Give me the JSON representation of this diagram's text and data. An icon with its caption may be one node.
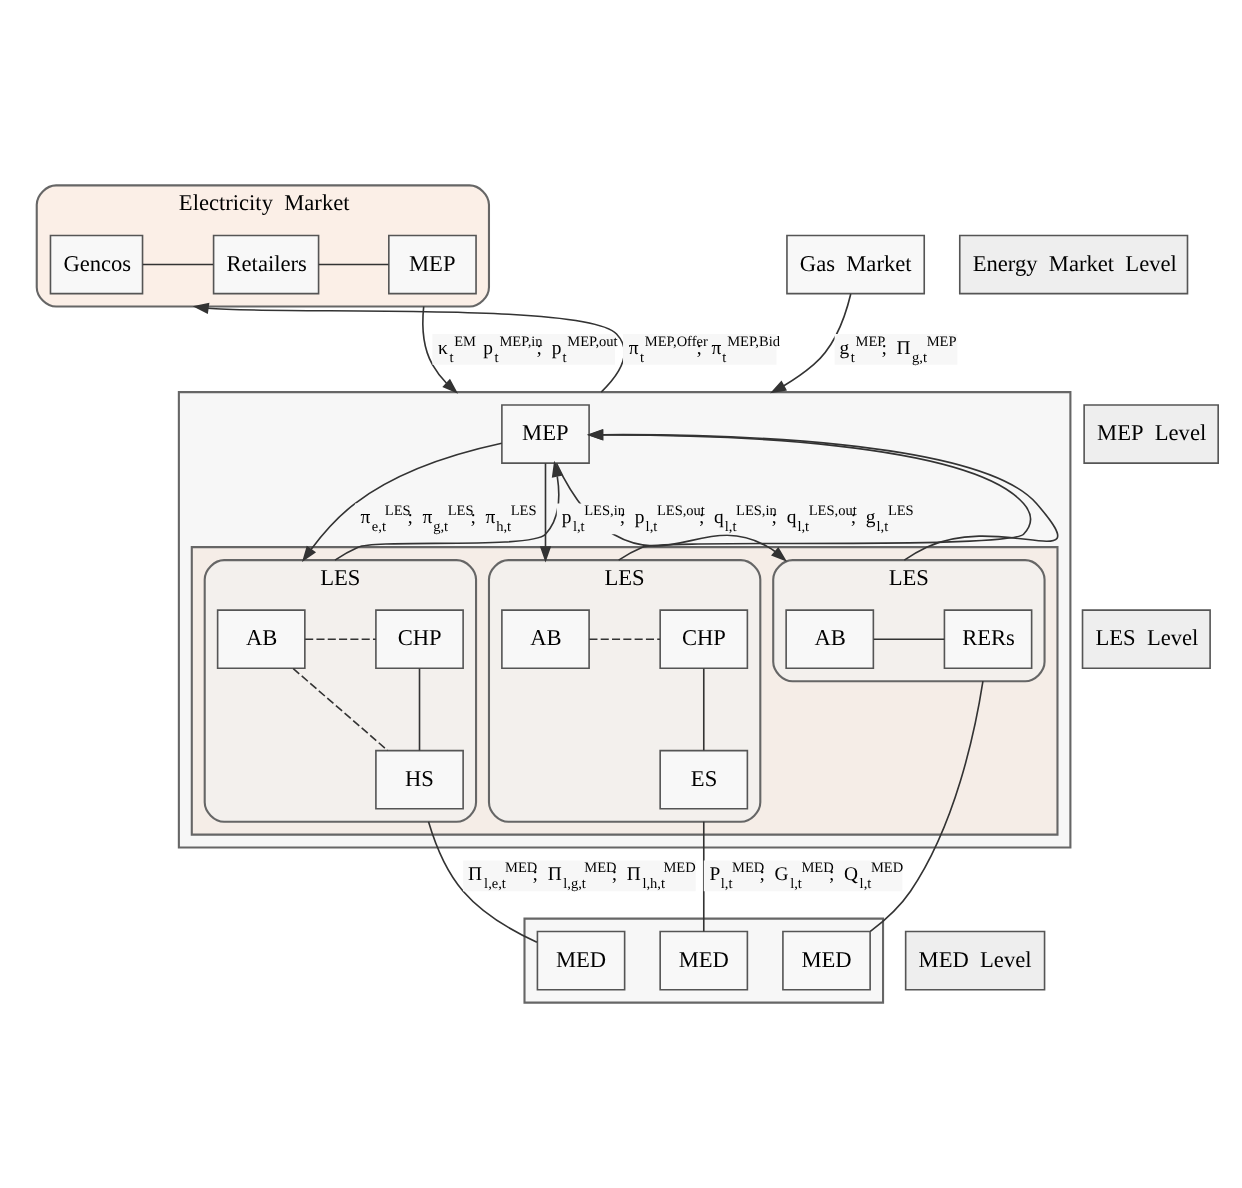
{
  "diagram": {
    "nodes": [
      {
        "text": [
          "Electricity Market"
        ]
      },
      {
        "text": [
          "Gencos"
        ],
        "in": 0
      },
      {
        "text": [
          "Retailers"
        ],
        "in": 0
      },
      {
        "text": [
          "MEP"
        ],
        "in": 0
      },
      {
        "text": [
          "Gas Market"
        ]
      },
      {
        "text": [],
        "shape": "box"
      },
      {
        "text": [
          "MEP"
        ],
        "in": 5
      },
      {
        "text": [],
        "shape": "box",
        "in": 5
      },
      {
        "text": [
          "LES"
        ],
        "in": 7
      },
      {
        "text": [
          "AB"
        ],
        "in": 8
      },
      {
        "text": [
          "CHP"
        ],
        "in": 8
      },
      {
        "text": [
          "HS"
        ],
        "in": 8
      },
      {
        "text": [
          "LES"
        ],
        "in": 7
      },
      {
        "text": [
          "AB"
        ],
        "in": 12
      },
      {
        "text": [
          "CHP"
        ],
        "in": 12
      },
      {
        "text": [
          "ES"
        ],
        "in": 12
      },
      {
        "text": [
          "LES"
        ],
        "in": 7
      },
      {
        "text": [
          "AB"
        ],
        "in": 16
      },
      {
        "text": [
          "RERs"
        ],
        "in": 16
      },
      {
        "text": [],
        "shape": "box"
      },
      {
        "text": [
          "MED"
        ],
        "in": 19
      },
      {
        "text": [
          "MED"
        ],
        "in": 19
      },
      {
        "text": [
          "MED"
        ],
        "in": 19
      },
      {
        "text": [
          "Energy Market Level"
        ]
      },
      {
        "text": [
          "MEP Level"
        ]
      },
      {
        "text": [
          "LES Level"
        ]
      },
      {
        "text": [
          "MED Level"
        ]
      }
    ],
    "edges": [
      {
        "from": 1,
        "to": 2,
        "arrow": "none"
      },
      {
        "from": 2,
        "to": 3,
        "arrow": "none"
      },
      {
        "from": 0,
        "to": 5,
        "arrow": "to",
        "label": "κ$_{t}$$^{EM}$ p$_{t}$$^{MEP,in}$; p$_{t}$$^{MEP,out}$"
      },
      {
        "from": 5,
        "to": 0,
        "arrow": "to",
        "label": "π$_{t}$$^{MEP,Offer}$; π$_{t}$$^{MEP,Bid}$"
      },
      {
        "from": 4,
        "to": 5,
        "arrow": "to",
        "label": "g$_{t}$$^{MEP}$; Π$_{g,t}$$^{MEP}$"
      },
      {
        "from": 6,
        "to": 8,
        "arrow": "to",
        "label": "π$_{e,t}$$^{LES}$; π$_{g,t}$$^{LES}$; π$_{h,t}$$^{LES}$"
      },
      {
        "from": 6,
        "to": 12,
        "arrow": "to"
      },
      {
        "from": 6,
        "to": 16,
        "arrow": "to"
      },
      {
        "from": 8,
        "to": 6,
        "arrow": "to",
        "label": "p$_{l,t}$$^{LES,in}$; p$_{l,t}$$^{LES,out}$; q$_{l,t}$$^{LES,in}$; q$_{l,t}$$^{LES,out}$; g$_{l,t}$$^{LES}$"
      },
      {
        "from": 12,
        "to": 6,
        "arrow": "to"
      },
      {
        "from": 16,
        "to": 6,
        "arrow": "to"
      },
      {
        "from": 9,
        "to": 10,
        "arrow": "none",
        "style": "dashed"
      },
      {
        "from": 9,
        "to": 11,
        "arrow": "none",
        "style": "dashed"
      },
      {
        "from": 10,
        "to": 11,
        "arrow": "none"
      },
      {
        "from": 13,
        "to": 14,
        "arrow": "none",
        "style": "dashed"
      },
      {
        "from": 14,
        "to": 15,
        "arrow": "none"
      },
      {
        "from": 17,
        "to": 18,
        "arrow": "none"
      },
      {
        "from": 8,
        "to": 20,
        "arrow": "none",
        "label": "Π$_{l,e,t}$$^{MED}$; Π$_{l,g,t}$$^{MED}$; Π$_{l,h,t}$$^{MED}$"
      },
      {
        "from": 12,
        "to": 21,
        "arrow": "none",
        "label": "P$_{l,t}$$^{MED}$; G$_{l,t}$$^{MED}$; Q$_{l,t}$$^{MED}$"
      },
      {
        "from": 16,
        "to": 22,
        "arrow": "none"
      }
    ]
  }
}
